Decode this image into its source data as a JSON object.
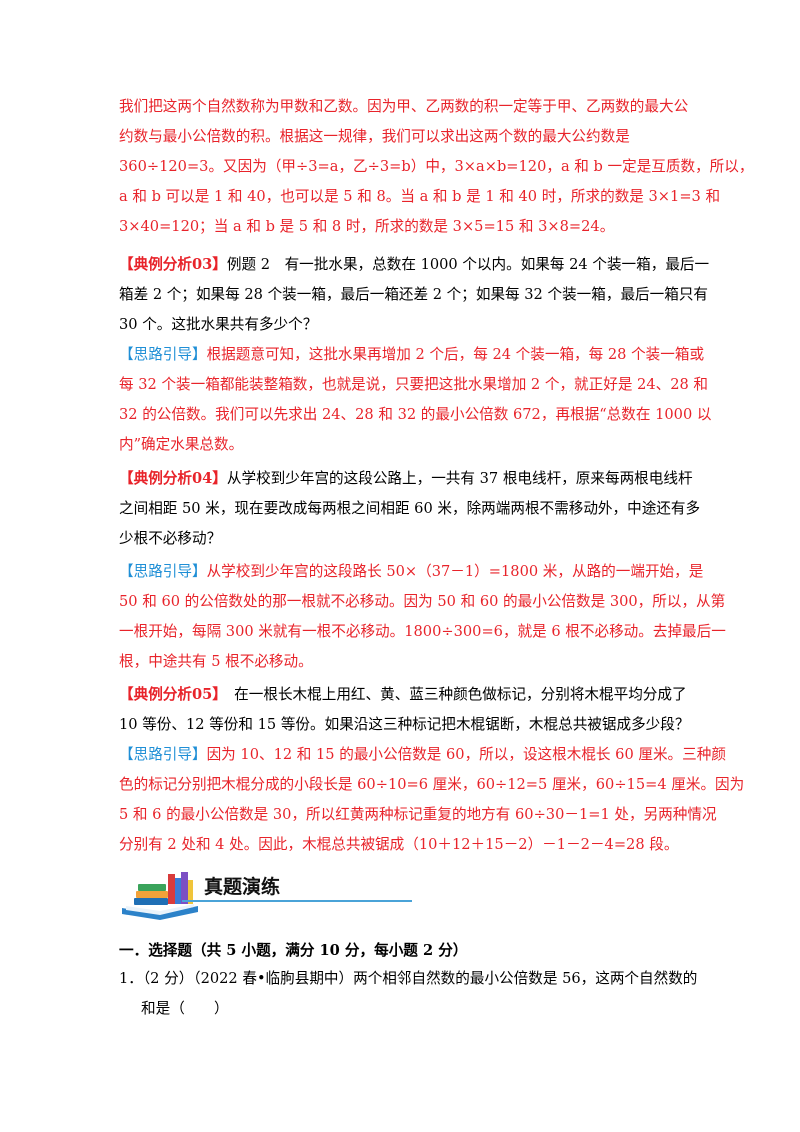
{
  "p1": [
    "我们把这两个自然数称为甲数和乙数。因为甲、乙两数的积一定等于甲、乙两数的最大公",
    "约数与最小公倍数的积。根据这一规律，我们可以求出这两个数的最大公约数是",
    "360÷120=3。又因为（甲÷3=a，乙÷3=b）中，3×a×b=120，a 和 b 一定是互质数，所以，",
    "a 和 b 可以是 1 和 40，也可以是 5 和 8。当 a 和 b 是 1 和 40 时，所求的数是 3×1=3 和",
    "3×40=120；当 a 和 b 是 5 和 8 时，所求的数是 3×5=15 和 3×8=24。"
  ],
  "ex3": {
    "tag": "【典例分析03】",
    "lines": [
      "例题 2　有一批水果，总数在 1000 个以内。如果每 24 个装一箱，最后一",
      "箱差 2 个；如果每 28 个装一箱，最后一箱还差 2 个；如果每 32 个装一箱，最后一箱只有",
      "30 个。这批水果共有多少个？"
    ],
    "guide_tag": "【思路引导】",
    "guide": [
      "根据题意可知，这批水果再增加 2 个后，每 24 个装一箱，每 28 个装一箱或",
      "每 32 个装一箱都能装整箱数，也就是说，只要把这批水果增加 2 个，就正好是 24、28 和",
      "32 的公倍数。我们可以先求出 24、28 和 32 的最小公倍数 672，再根据“总数在 1000 以",
      "内”确定水果总数。"
    ]
  },
  "ex4": {
    "tag": "【典例分析04】",
    "lines": [
      "从学校到少年宫的这段公路上，一共有 37 根电线杆，原来每两根电线杆",
      "之间相距 50 米，现在要改成每两根之间相距 60 米，除两端两根不需移动外，中途还有多",
      "少根不必移动？"
    ],
    "guide_tag": "【思路引导】",
    "guide": [
      "从学校到少年宫的这段路长 50×（37－1）=1800 米，从路的一端开始，是",
      "50 和 60 的公倍数处的那一根就不必移动。因为 50 和 60 的最小公倍数是 300，所以，从第",
      "一根开始，每隔 300 米就有一根不必移动。1800÷300=6，就是 6 根不必移动。去掉最后一",
      "根，中途共有 5 根不必移动。"
    ]
  },
  "ex5": {
    "tag": "【典例分析05】",
    "lines": [
      "　在一根长木棍上用红、黄、蓝三种颜色做标记，分别将木棍平均分成了",
      "10 等份、12 等份和 15 等份。如果沿这三种标记把木棍锯断，木棍总共被锯成多少段？"
    ],
    "guide_tag": "【思路引导】",
    "guide": [
      "因为 10、12 和 15 的最小公倍数是 60，所以，设这根木棍长 60 厘米。三种颜",
      "色的标记分别把木棍分成的小段长是 60÷10=6 厘米，60÷12=5 厘米，60÷15=4 厘米。因为",
      "5 和 6 的最小公倍数是 30，所以红黄两种标记重复的地方有 60÷30－1=1 处，另两种情况",
      "分别有 2 处和 4 处。因此，木棍总共被锯成（10＋12＋15－2）－1－2－4=28 段。"
    ]
  },
  "banner": {
    "title": "真题演练"
  },
  "section": {
    "heading": "一．选择题（共 5 小题，满分 10 分，每小题 2 分）"
  },
  "q1": {
    "line1": "1．（2 分）（2022 春•临朐县期中）两个相邻自然数的最小公倍数是 56，这两个自然数的",
    "line2": "和是（　　）"
  }
}
